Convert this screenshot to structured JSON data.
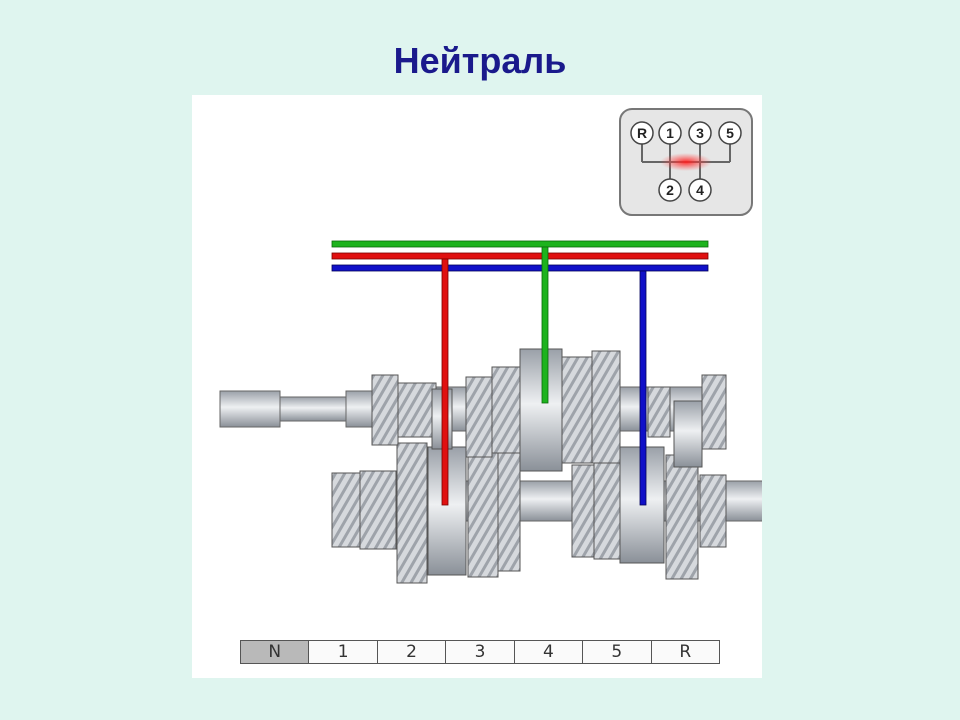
{
  "title": "Нейтраль",
  "shift_pattern": {
    "top_row": [
      "R",
      "1",
      "3",
      "5"
    ],
    "bottom_row": [
      "2",
      "4"
    ],
    "active_position": "neutral"
  },
  "rail_colors": {
    "green": "#1db31d",
    "red": "#e01010",
    "blue": "#1010c8"
  },
  "gear_bar": {
    "items": [
      "N",
      "1",
      "2",
      "3",
      "4",
      "5",
      "R"
    ],
    "active": "N"
  }
}
